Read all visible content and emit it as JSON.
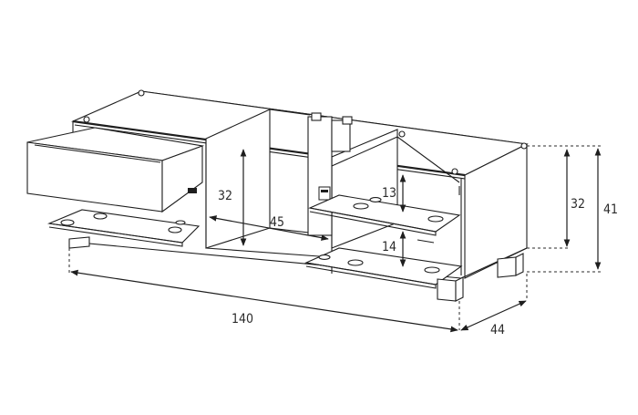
{
  "dimensions": {
    "width": "140",
    "depth": "44",
    "height_total": "41",
    "height_body": "32",
    "inner_height": "32",
    "inner_depth": "45",
    "shelf_upper": "13",
    "shelf_lower": "14"
  },
  "colors": {
    "line": "#1e1e1e",
    "background": "#ffffff"
  }
}
